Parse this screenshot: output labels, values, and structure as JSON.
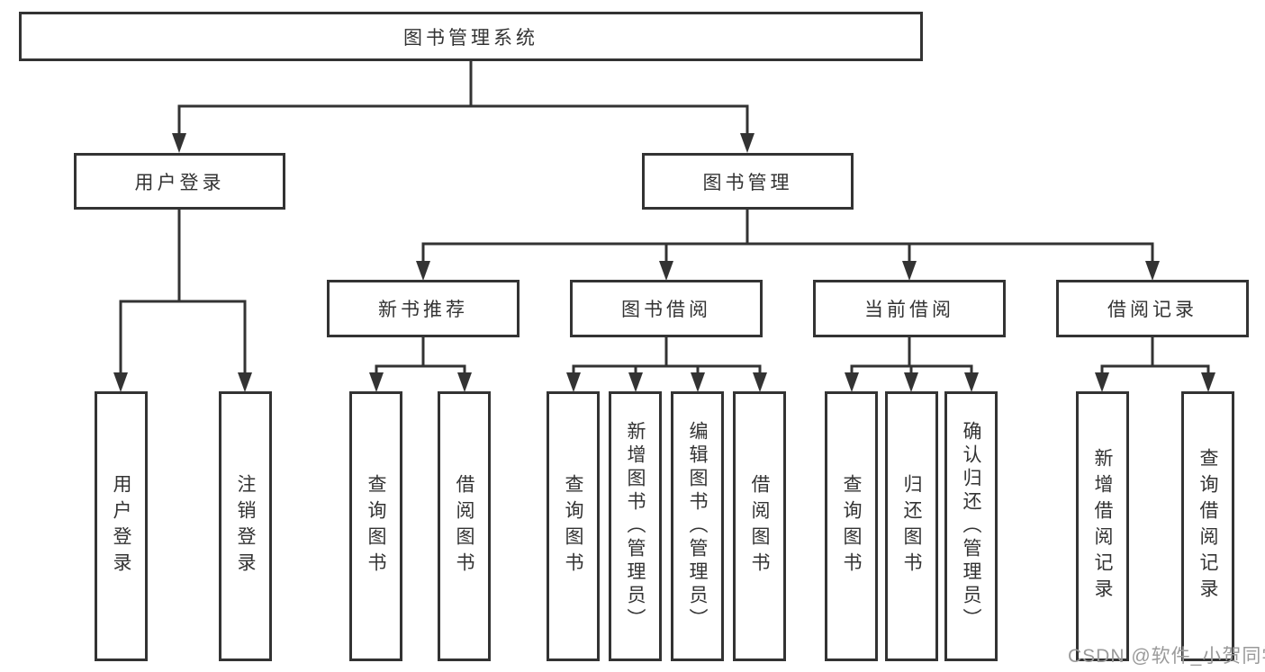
{
  "diagram": {
    "root": "图书管理系统",
    "user_login": {
      "label": "用户登录",
      "leaves": [
        "用户登录",
        "注销登录"
      ]
    },
    "book_mgmt": {
      "label": "图书管理",
      "modules": [
        {
          "label": "新书推荐",
          "leaves": [
            "查询图书",
            "借阅图书"
          ]
        },
        {
          "label": "图书借阅",
          "leaves": [
            "查询图书",
            "新增图书（管理员）",
            "编辑图书（管理员）",
            "借阅图书"
          ]
        },
        {
          "label": "当前借阅",
          "leaves": [
            "查询图书",
            "归还图书",
            "确认归还（管理员）"
          ]
        },
        {
          "label": "借阅记录",
          "leaves": [
            "新增借阅记录",
            "查询借阅记录"
          ]
        }
      ]
    }
  },
  "watermark": "CSDN @软件_小贺同学",
  "colors": {
    "line": "#333333",
    "text": "#333333",
    "watermark": "#9a9a9a",
    "background": "#ffffff"
  }
}
